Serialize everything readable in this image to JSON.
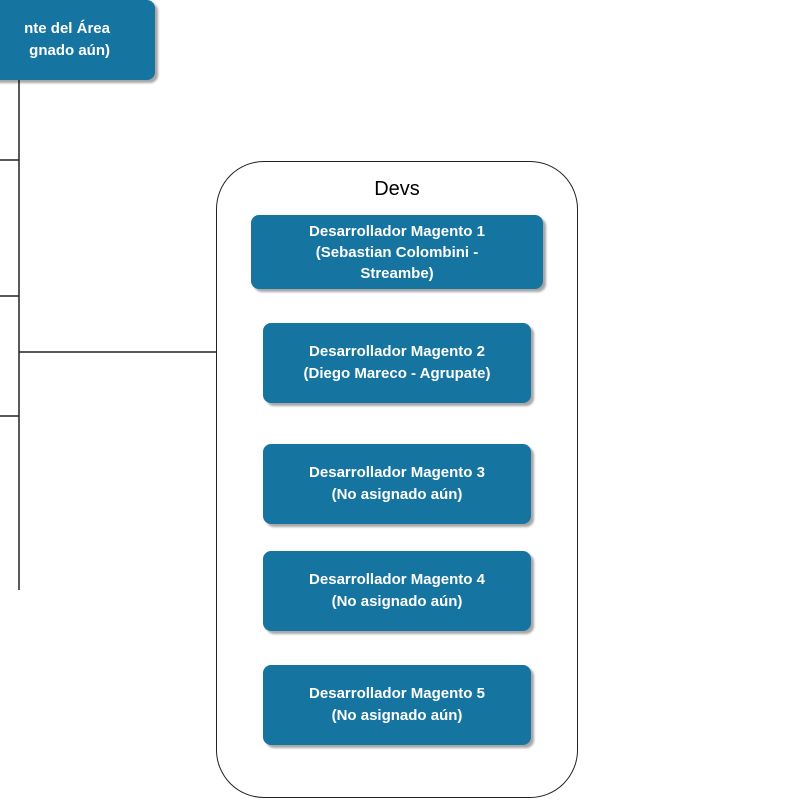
{
  "head": {
    "line1": "nte del Área",
    "line2": "gnado aún)"
  },
  "group": {
    "title": "Devs"
  },
  "devs": [
    {
      "line1": "Desarrollador Magento 1",
      "line2": "(Sebastian Colombini -",
      "line3": "Streambe)"
    },
    {
      "line1": "Desarrollador Magento 2",
      "line2": "(Diego Mareco - Agrupate)"
    },
    {
      "line1": "Desarrollador Magento 3",
      "line2": "(No asignado aún)"
    },
    {
      "line1": "Desarrollador Magento 4",
      "line2": "(No asignado aún)"
    },
    {
      "line1": "Desarrollador Magento 5",
      "line2": "(No asignado aún)"
    }
  ],
  "colors": {
    "box_fill": "#1675a0",
    "box_text": "#ffffff",
    "connector": "#222222"
  }
}
